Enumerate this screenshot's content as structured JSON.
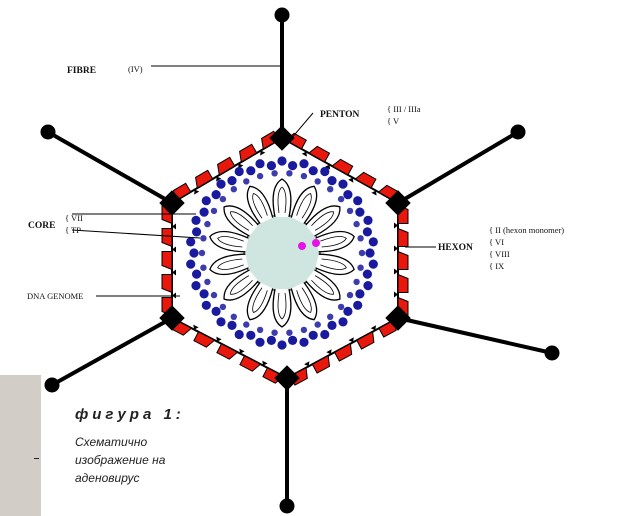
{
  "diagram": {
    "labels": {
      "fibre": "FIBRE",
      "fibre_protein": "(IV)",
      "penton": "PENTON",
      "penton_proteins": [
        "{ III / IIIa",
        "{ V"
      ],
      "core": "CORE",
      "core_proteins": [
        "{ VII",
        "{ TP"
      ],
      "hexon": "HEXON",
      "hexon_proteins": [
        "{ II (hexon monomer)",
        "{ VI",
        "{ VIII",
        "{ IX"
      ],
      "dna_genome": "DNA GENOME"
    },
    "colors": {
      "capsid_red": "#e8180c",
      "core_blue": "#1a1a9e",
      "genome_fill": "#cfe6e0",
      "marker_magenta": "#e612e6",
      "stroke": "#000000"
    }
  },
  "figure": {
    "title": "фигура 1:",
    "caption_lines": [
      "Схематично",
      "изображение на",
      "аденовирус"
    ]
  }
}
